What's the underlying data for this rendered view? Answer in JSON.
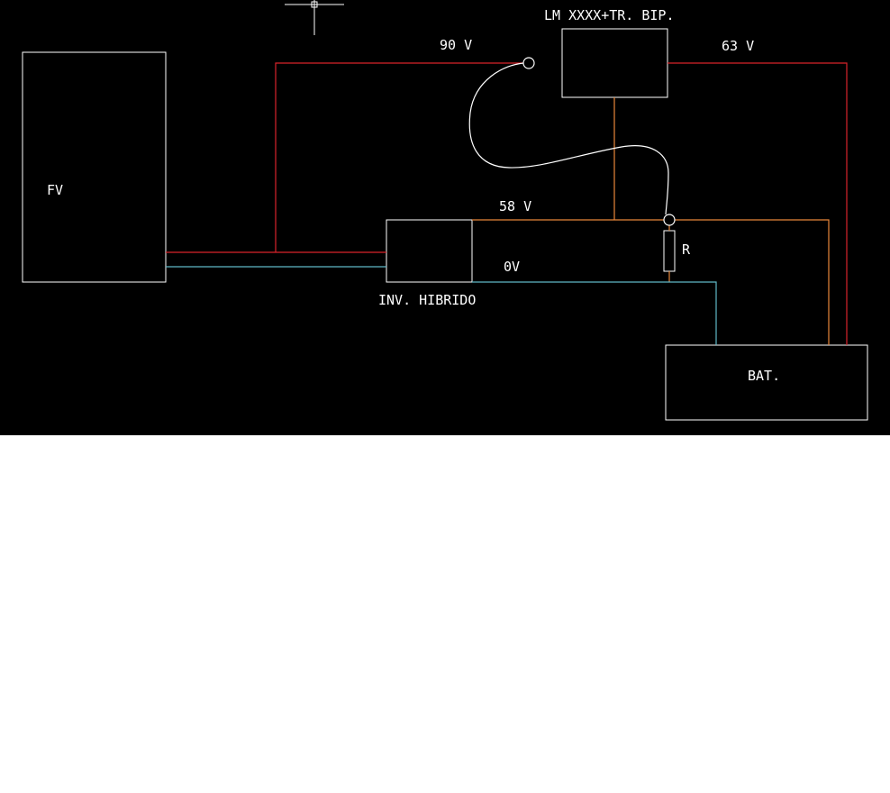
{
  "diagram": {
    "components": {
      "fv": "FV",
      "regulator": "LM XXXX+TR. BIP.",
      "inverter": "INV. HIBRIDO",
      "battery": "BAT.",
      "resistor": "R"
    },
    "voltages": {
      "input": "90 V",
      "output": "63 V",
      "bus": "58 V",
      "ground": "0V"
    },
    "colors": {
      "background": "#000000",
      "positive_wire": "#d9232b",
      "regulated_wire": "#e8873a",
      "ground_wire": "#5fb8c6",
      "outline": "#ffffff"
    }
  }
}
